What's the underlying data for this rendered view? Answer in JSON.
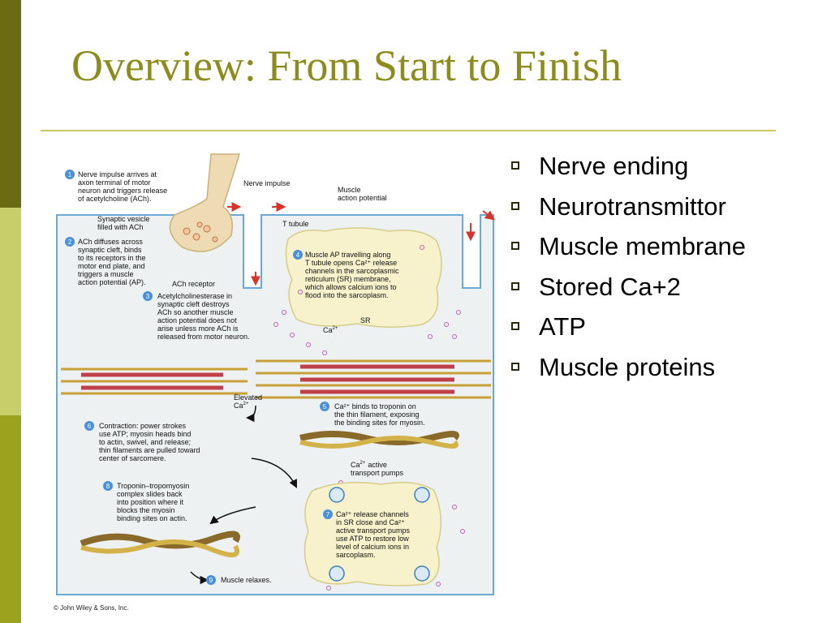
{
  "slide": {
    "title": "Overview: From Start to Finish",
    "bullets": [
      "Nerve ending",
      "Neurotransmittor",
      "Muscle membrane",
      "Stored Ca+2",
      "ATP",
      "Muscle proteins"
    ]
  },
  "figure": {
    "credit": "© John Wiley & Sons, Inc.",
    "labels": {
      "nerve_impulse": "Nerve impulse",
      "muscle_ap_1": "Muscle",
      "muscle_ap_2": "action potential",
      "t_tubule": "T tubule",
      "synaptic_vesicle_1": "Synaptic vesicle",
      "synaptic_vesicle_2": "filled with ACh",
      "ach_receptor": "ACh receptor",
      "sr": "SR",
      "ca": "Ca",
      "elevated_1": "Elevated",
      "elevated_2": "Ca",
      "ca_pumps_1": "Ca",
      "ca_pumps_2": "active",
      "ca_pumps_3": "transport pumps",
      "ca_superscript": "2+"
    },
    "steps": [
      {
        "num": "1",
        "lines": [
          "Nerve impulse arrives at",
          "axon terminal of motor",
          "neuron and triggers release",
          "of acetylcholine (ACh)."
        ]
      },
      {
        "num": "2",
        "lines": [
          "ACh diffuses across",
          "synaptic cleft, binds",
          "to its receptors in the",
          "motor end plate, and",
          "triggers a muscle",
          "action potential (AP)."
        ]
      },
      {
        "num": "3",
        "lines": [
          "Acetylcholinesterase in",
          "synaptic cleft destroys",
          "ACh so another muscle",
          "action potential does not",
          "arise unless more ACh is",
          "released from motor neuron."
        ]
      },
      {
        "num": "4",
        "lines": [
          "Muscle AP travelling along",
          "T tubule opens Ca²⁺ release",
          "channels in the sarcoplasmic",
          "reticulum (SR) membrane,",
          "which allows calcium ions to",
          "flood into the sarcoplasm."
        ]
      },
      {
        "num": "5",
        "lines": [
          "Ca²⁺ binds to troponin on",
          "the thin filament, exposing",
          "the binding sites for myosin."
        ]
      },
      {
        "num": "6",
        "lines": [
          "Contraction: power strokes",
          "use ATP; myosin heads bind",
          "to actin, swivel, and release;",
          "thin filaments are pulled toward",
          "center of sarcomere."
        ]
      },
      {
        "num": "7",
        "lines": [
          "Ca²⁺ release channels",
          "in SR close and Ca²⁺",
          "active transport pumps",
          "use ATP to restore low",
          "level of calcium ions in",
          "sarcoplasm."
        ]
      },
      {
        "num": "8",
        "lines": [
          "Troponin–tropomyosin",
          "complex slides back",
          "into position where it",
          "blocks the myosin",
          "binding sites on actin."
        ]
      },
      {
        "num": "9",
        "lines": [
          "Muscle relaxes."
        ]
      }
    ]
  }
}
